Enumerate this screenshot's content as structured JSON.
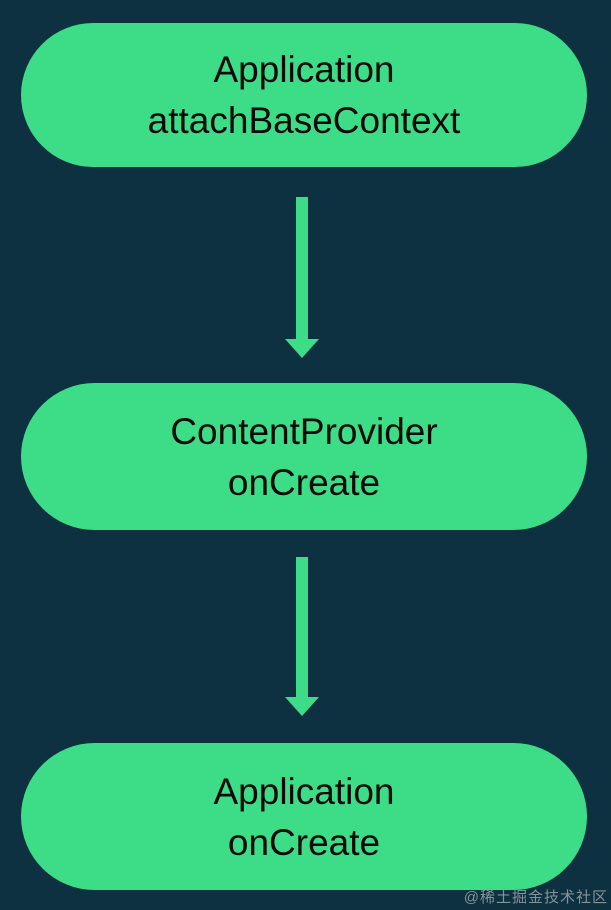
{
  "diagram": {
    "background_color": "#0d3141",
    "node_color": "#3ddc86",
    "text_color": "#0a0a0a",
    "nodes": [
      {
        "line1": "Application",
        "line2": "attachBaseContext"
      },
      {
        "line1": "ContentProvider",
        "line2": "onCreate"
      },
      {
        "line1": "Application",
        "line2": "onCreate"
      }
    ]
  },
  "watermark": {
    "text": "@稀土掘金技术社区",
    "color": "#9aa3a8"
  }
}
